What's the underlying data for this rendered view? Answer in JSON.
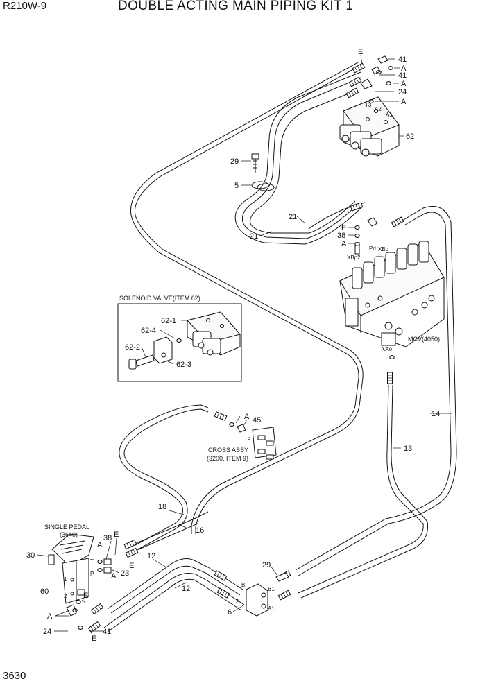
{
  "header": {
    "model": "R210W-9",
    "title": "DOUBLE ACTING MAIN PIPING KIT 1"
  },
  "page_number": "3630",
  "callouts": {
    "c41a": "41",
    "cAa": "A",
    "c41b": "41",
    "cAb": "A",
    "c24a": "24",
    "cAc": "A",
    "cEtop": "E",
    "c62": "62",
    "c29a": "29",
    "c5": "5",
    "c21a": "21",
    "c21b": "21",
    "cE2": "E",
    "c38a": "38",
    "cA2": "A",
    "c62_1": "62-1",
    "c62_4": "62-4",
    "c62_2": "62-2",
    "c62_3": "62-3",
    "cA45": "A",
    "c45": "45",
    "c14": "14",
    "c13": "13",
    "c18": "18",
    "c16": "16",
    "c38b": "38",
    "cEb": "E",
    "cAp": "A",
    "c30": "30",
    "c23": "23",
    "cAq": "A",
    "cEq": "E",
    "c60": "60",
    "c12a": "12",
    "c12b": "12",
    "c29b": "29",
    "c6": "6",
    "cEbot": "E",
    "cAbot": "A",
    "c24b": "24",
    "c41c": "41",
    "cEbot2": "E"
  },
  "port_marks": {
    "A1": "A1",
    "A2": "A2",
    "T3": "T3",
    "Pd": "Pd",
    "XBo": "XBo",
    "XBp2": "XBp2",
    "XAo": "XAo",
    "B": "B",
    "A": "A",
    "B1": "B1",
    "A1b": "A1",
    "T": "T",
    "P": "P",
    "n1": "1",
    "n2": "2",
    "CT3": "T3"
  },
  "notes": {
    "solenoid": "SOLENOID VALVE(ITEM 62)",
    "mcv": "MCV(4050)",
    "cross1": "CROSS ASSY",
    "cross2": "(3200, ITEM 9)",
    "pedal1": "SINGLE PEDAL",
    "pedal2": "(3640)"
  },
  "icons": [
    "solenoid-valve",
    "main-control-valve",
    "cross-assembly",
    "single-pedal",
    "manifold-block",
    "hose-fitting",
    "o-ring",
    "elbow-fitting"
  ]
}
